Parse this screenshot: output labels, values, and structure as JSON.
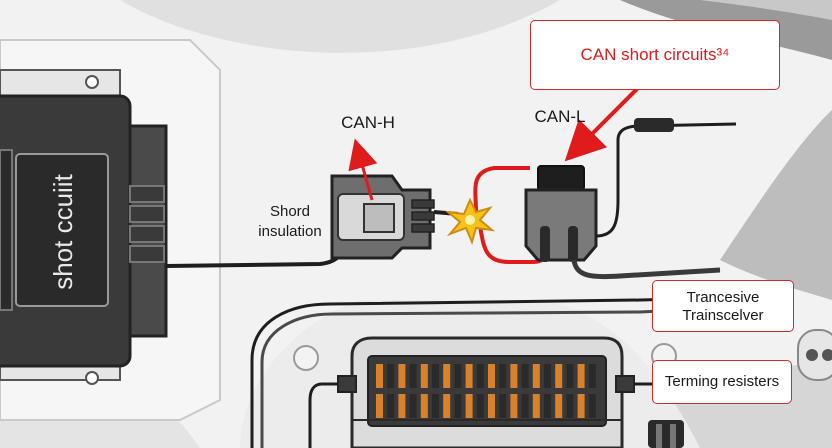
{
  "module": {
    "label": "shot ccuiit"
  },
  "labels": {
    "can_h": "CAN-H",
    "can_l": "CAN-L",
    "shord_line1": "Shord",
    "shord_line2": "insulation"
  },
  "callouts": {
    "can_short": "CAN short circuits³⁴",
    "transceiver_line1": "Trancesive",
    "transceiver_line2": "Trainscelver",
    "terminating": "Terming resisters"
  },
  "colors": {
    "accent_red": "#e01b1b",
    "callout_border": "#d12a2a",
    "spark_yellow": "#f4c21c",
    "module_dark": "#3a3a3a",
    "connector_grey": "#6e6e6e"
  },
  "icons": {
    "spark": "spark-burst-icon",
    "pointer": "red-arrow-icon"
  }
}
